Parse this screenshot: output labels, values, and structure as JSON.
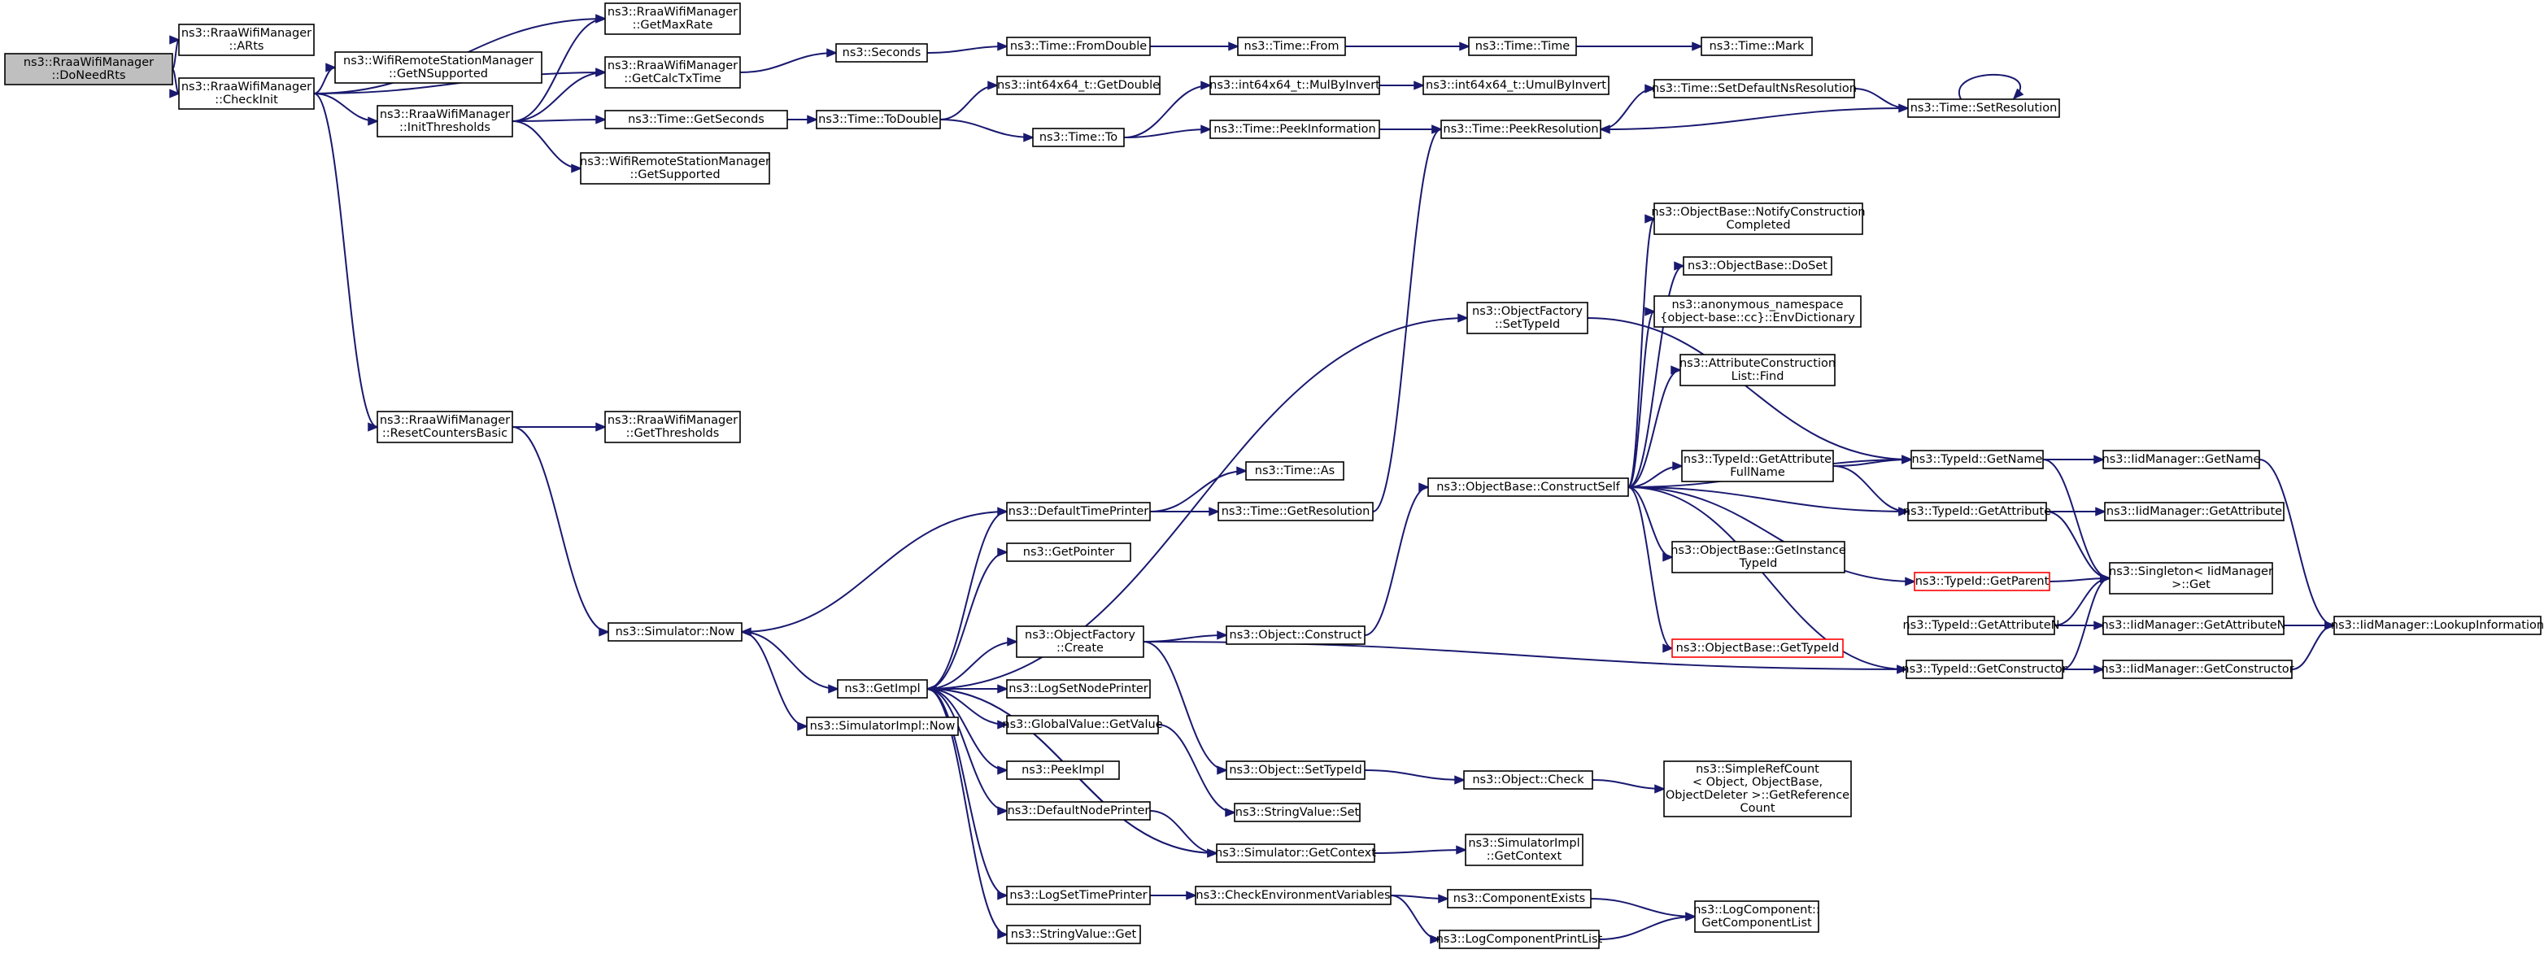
{
  "diagram": {
    "type": "call-graph",
    "colors": {
      "edge": "#191970",
      "root_fill": "#bfbfbf",
      "truncated_border": "#ff0000",
      "node_border": "#000000"
    },
    "nodes": [
      {
        "id": "n0",
        "lines": [
          "ns3::RraaWifiManager",
          "::DoNeedRts"
        ],
        "style": "root"
      },
      {
        "id": "n1",
        "lines": [
          "ns3::RraaWifiManager",
          "::ARts"
        ]
      },
      {
        "id": "n2",
        "lines": [
          "ns3::RraaWifiManager",
          "::CheckInit"
        ]
      },
      {
        "id": "n3",
        "lines": [
          "ns3::RraaWifiManager",
          "::GetMaxRate"
        ]
      },
      {
        "id": "n4",
        "lines": [
          "ns3::WifiRemoteStationManager",
          "::GetNSupported"
        ]
      },
      {
        "id": "n5",
        "lines": [
          "ns3::RraaWifiManager",
          "::GetCalcTxTime"
        ]
      },
      {
        "id": "n6",
        "lines": [
          "ns3::RraaWifiManager",
          "::InitThresholds"
        ]
      },
      {
        "id": "n7",
        "lines": [
          "ns3::Time::GetSeconds"
        ]
      },
      {
        "id": "n8",
        "lines": [
          "ns3::WifiRemoteStationManager",
          "::GetSupported"
        ]
      },
      {
        "id": "n9",
        "lines": [
          "ns3::Seconds"
        ]
      },
      {
        "id": "n10",
        "lines": [
          "ns3::Time::FromDouble"
        ]
      },
      {
        "id": "n11",
        "lines": [
          "ns3::Time::From"
        ]
      },
      {
        "id": "n12",
        "lines": [
          "ns3::Time::Time"
        ]
      },
      {
        "id": "n13",
        "lines": [
          "ns3::Time::Mark"
        ]
      },
      {
        "id": "n14",
        "lines": [
          "ns3::Time::ToDouble"
        ]
      },
      {
        "id": "n15",
        "lines": [
          "ns3::int64x64_t::GetDouble"
        ]
      },
      {
        "id": "n16",
        "lines": [
          "ns3::Time::To"
        ]
      },
      {
        "id": "n17",
        "lines": [
          "ns3::int64x64_t::MulByInvert"
        ]
      },
      {
        "id": "n18",
        "lines": [
          "ns3::int64x64_t::UmulByInvert"
        ]
      },
      {
        "id": "n19",
        "lines": [
          "ns3::Time::PeekInformation"
        ]
      },
      {
        "id": "n20",
        "lines": [
          "ns3::Time::PeekResolution"
        ]
      },
      {
        "id": "n21",
        "lines": [
          "ns3::Time::SetDefaultNsResolution"
        ]
      },
      {
        "id": "n22",
        "lines": [
          "ns3::Time::SetResolution"
        ]
      },
      {
        "id": "n23",
        "lines": [
          "ns3::RraaWifiManager",
          "::ResetCountersBasic"
        ]
      },
      {
        "id": "n24",
        "lines": [
          "ns3::RraaWifiManager",
          "::GetThresholds"
        ]
      },
      {
        "id": "n25",
        "lines": [
          "ns3::Simulator::Now"
        ]
      },
      {
        "id": "n26",
        "lines": [
          "ns3::GetImpl"
        ]
      },
      {
        "id": "n27",
        "lines": [
          "ns3::SimulatorImpl::Now"
        ]
      },
      {
        "id": "n28",
        "lines": [
          "ns3::DefaultTimePrinter"
        ]
      },
      {
        "id": "n29",
        "lines": [
          "ns3::Time::As"
        ]
      },
      {
        "id": "n30",
        "lines": [
          "ns3::Time::GetResolution"
        ]
      },
      {
        "id": "n31",
        "lines": [
          "ns3::GetPointer"
        ]
      },
      {
        "id": "n32",
        "lines": [
          "ns3::ObjectFactory",
          "::Create"
        ]
      },
      {
        "id": "n33",
        "lines": [
          "ns3::LogSetNodePrinter"
        ]
      },
      {
        "id": "n34",
        "lines": [
          "ns3::GlobalValue::GetValue"
        ]
      },
      {
        "id": "n35",
        "lines": [
          "ns3::PeekImpl"
        ]
      },
      {
        "id": "n36",
        "lines": [
          "ns3::DefaultNodePrinter"
        ]
      },
      {
        "id": "n37",
        "lines": [
          "ns3::Simulator::GetContext"
        ]
      },
      {
        "id": "n38",
        "lines": [
          "ns3::LogSetTimePrinter"
        ]
      },
      {
        "id": "n39",
        "lines": [
          "ns3::StringValue::Get"
        ]
      },
      {
        "id": "n40",
        "lines": [
          "ns3::Object::Construct"
        ]
      },
      {
        "id": "n41",
        "lines": [
          "ns3::Object::SetTypeId"
        ]
      },
      {
        "id": "n42",
        "lines": [
          "ns3::StringValue::Set"
        ]
      },
      {
        "id": "n43",
        "lines": [
          "ns3::CheckEnvironmentVariables"
        ]
      },
      {
        "id": "n44",
        "lines": [
          "ns3::ObjectFactory",
          "::SetTypeId"
        ]
      },
      {
        "id": "n45",
        "lines": [
          "ns3::ObjectBase::ConstructSelf"
        ]
      },
      {
        "id": "n46",
        "lines": [
          "ns3::Object::Check"
        ]
      },
      {
        "id": "n47",
        "lines": [
          "ns3::SimulatorImpl",
          "::GetContext"
        ]
      },
      {
        "id": "n48",
        "lines": [
          "ns3::ComponentExists"
        ]
      },
      {
        "id": "n49",
        "lines": [
          "ns3::LogComponentPrintList"
        ]
      },
      {
        "id": "n50",
        "lines": [
          "ns3::ObjectBase::NotifyConstruction",
          "Completed"
        ]
      },
      {
        "id": "n51",
        "lines": [
          "ns3::ObjectBase::DoSet"
        ]
      },
      {
        "id": "n52",
        "lines": [
          "ns3::anonymous_namespace",
          "{object-base::cc}::EnvDictionary"
        ]
      },
      {
        "id": "n53",
        "lines": [
          "ns3::AttributeConstruction",
          "List::Find"
        ]
      },
      {
        "id": "n54",
        "lines": [
          "ns3::TypeId::GetAttribute",
          "FullName"
        ]
      },
      {
        "id": "n55",
        "lines": [
          "ns3::ObjectBase::GetInstance",
          "TypeId"
        ]
      },
      {
        "id": "n56",
        "lines": [
          "ns3::ObjectBase::GetTypeId"
        ],
        "style": "truncated"
      },
      {
        "id": "n57",
        "lines": [
          "ns3::SimpleRefCount",
          "< Object, ObjectBase,",
          "ObjectDeleter >::GetReference",
          "Count"
        ]
      },
      {
        "id": "n58",
        "lines": [
          "ns3::TypeId::GetName"
        ]
      },
      {
        "id": "n59",
        "lines": [
          "ns3::TypeId::GetAttribute"
        ]
      },
      {
        "id": "n60",
        "lines": [
          "ns3::TypeId::GetParent"
        ],
        "style": "truncated"
      },
      {
        "id": "n61",
        "lines": [
          "ns3::TypeId::GetAttributeN"
        ]
      },
      {
        "id": "n62",
        "lines": [
          "ns3::TypeId::GetConstructor"
        ]
      },
      {
        "id": "n63",
        "lines": [
          "ns3::LogComponent::",
          "GetComponentList"
        ]
      },
      {
        "id": "n64",
        "lines": [
          "ns3::IidManager::GetName"
        ]
      },
      {
        "id": "n65",
        "lines": [
          "ns3::IidManager::GetAttribute"
        ]
      },
      {
        "id": "n66",
        "lines": [
          "ns3::Singleton< IidManager",
          ">::Get"
        ]
      },
      {
        "id": "n67",
        "lines": [
          "ns3::IidManager::GetAttributeN"
        ]
      },
      {
        "id": "n68",
        "lines": [
          "ns3::IidManager::GetConstructor"
        ]
      },
      {
        "id": "n69",
        "lines": [
          "ns3::IidManager::LookupInformation"
        ]
      }
    ],
    "edges": [
      [
        "n0",
        "n1"
      ],
      [
        "n0",
        "n2"
      ],
      [
        "n2",
        "n3"
      ],
      [
        "n2",
        "n4"
      ],
      [
        "n2",
        "n5"
      ],
      [
        "n2",
        "n6"
      ],
      [
        "n2",
        "n23"
      ],
      [
        "n6",
        "n3"
      ],
      [
        "n6",
        "n5"
      ],
      [
        "n6",
        "n7"
      ],
      [
        "n6",
        "n8"
      ],
      [
        "n5",
        "n9"
      ],
      [
        "n9",
        "n10"
      ],
      [
        "n10",
        "n11"
      ],
      [
        "n11",
        "n12"
      ],
      [
        "n12",
        "n13"
      ],
      [
        "n7",
        "n14"
      ],
      [
        "n14",
        "n15"
      ],
      [
        "n14",
        "n16"
      ],
      [
        "n16",
        "n17"
      ],
      [
        "n16",
        "n19"
      ],
      [
        "n17",
        "n18"
      ],
      [
        "n19",
        "n20"
      ],
      [
        "n20",
        "n21"
      ],
      [
        "n21",
        "n22"
      ],
      [
        "n22",
        "n22"
      ],
      [
        "n22",
        "n20"
      ],
      [
        "n23",
        "n24"
      ],
      [
        "n23",
        "n25"
      ],
      [
        "n25",
        "n26"
      ],
      [
        "n25",
        "n27"
      ],
      [
        "n26",
        "n28"
      ],
      [
        "n26",
        "n31"
      ],
      [
        "n26",
        "n32"
      ],
      [
        "n26",
        "n33"
      ],
      [
        "n26",
        "n34"
      ],
      [
        "n26",
        "n35"
      ],
      [
        "n26",
        "n36"
      ],
      [
        "n26",
        "n37"
      ],
      [
        "n26",
        "n38"
      ],
      [
        "n26",
        "n39"
      ],
      [
        "n26",
        "n44"
      ],
      [
        "n28",
        "n29"
      ],
      [
        "n28",
        "n30"
      ],
      [
        "n28",
        "n25"
      ],
      [
        "n30",
        "n20"
      ],
      [
        "n32",
        "n40"
      ],
      [
        "n32",
        "n41"
      ],
      [
        "n32",
        "n62"
      ],
      [
        "n40",
        "n45"
      ],
      [
        "n41",
        "n46"
      ],
      [
        "n46",
        "n57"
      ],
      [
        "n34",
        "n42"
      ],
      [
        "n36",
        "n37"
      ],
      [
        "n37",
        "n26"
      ],
      [
        "n37",
        "n47"
      ],
      [
        "n38",
        "n43"
      ],
      [
        "n43",
        "n48"
      ],
      [
        "n43",
        "n49"
      ],
      [
        "n48",
        "n63"
      ],
      [
        "n49",
        "n63"
      ],
      [
        "n44",
        "n58"
      ],
      [
        "n45",
        "n50"
      ],
      [
        "n45",
        "n51"
      ],
      [
        "n45",
        "n52"
      ],
      [
        "n45",
        "n53"
      ],
      [
        "n45",
        "n54"
      ],
      [
        "n45",
        "n55"
      ],
      [
        "n45",
        "n56"
      ],
      [
        "n45",
        "n58"
      ],
      [
        "n45",
        "n59"
      ],
      [
        "n45",
        "n60"
      ],
      [
        "n45",
        "n62"
      ],
      [
        "n54",
        "n58"
      ],
      [
        "n54",
        "n59"
      ],
      [
        "n58",
        "n64"
      ],
      [
        "n58",
        "n66"
      ],
      [
        "n59",
        "n65"
      ],
      [
        "n59",
        "n66"
      ],
      [
        "n60",
        "n66"
      ],
      [
        "n61",
        "n66"
      ],
      [
        "n61",
        "n67"
      ],
      [
        "n62",
        "n66"
      ],
      [
        "n62",
        "n68"
      ],
      [
        "n64",
        "n69"
      ],
      [
        "n67",
        "n69"
      ],
      [
        "n68",
        "n69"
      ]
    ]
  }
}
